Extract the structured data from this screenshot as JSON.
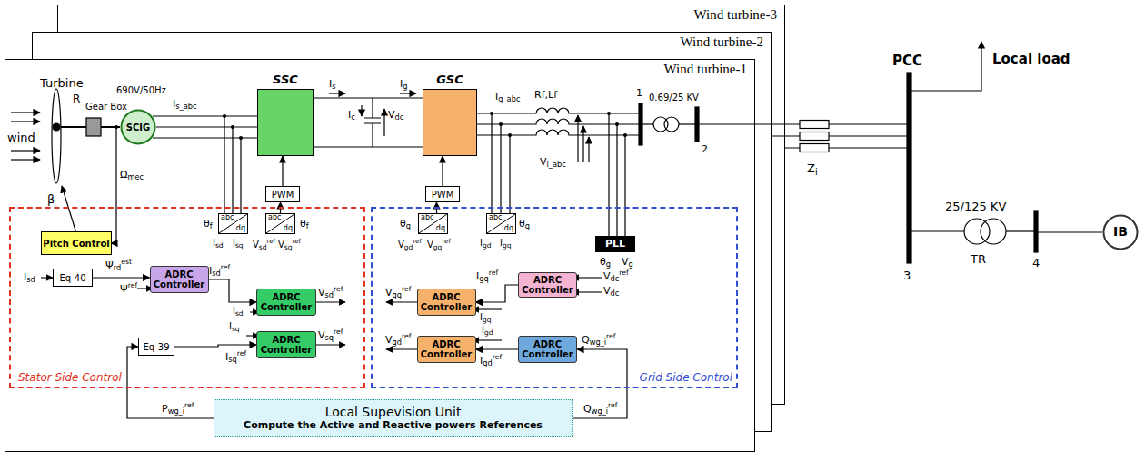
{
  "diagram": {
    "nodes": [
      {
        "text": [
          "Wind turbine-3"
        ]
      },
      {
        "text": [
          "Wind turbine-2"
        ]
      },
      {
        "text": [
          "Wind turbine-1"
        ]
      },
      {
        "text": [
          "SCIG"
        ],
        "in": 2
      },
      {
        "text": [
          "SSC"
        ],
        "in": 2
      },
      {
        "text": [
          "GSC"
        ],
        "in": 2
      },
      {
        "text": [
          "PWM"
        ],
        "in": 2
      },
      {
        "text": [
          "PWM"
        ],
        "in": 2
      },
      {
        "text": [
          "Stator Side Control"
        ],
        "in": 2
      },
      {
        "text": [
          "Pitch Control"
        ],
        "in": 8
      },
      {
        "text": [
          "abc",
          "dq"
        ],
        "in": 8
      },
      {
        "text": [
          "abc",
          "dq"
        ],
        "in": 8
      },
      {
        "text": [
          "Eq-40"
        ],
        "in": 8
      },
      {
        "text": [
          "ADRC Controller"
        ],
        "in": 8
      },
      {
        "text": [
          "ADRC Controller"
        ],
        "in": 8
      },
      {
        "text": [
          "Eq-39"
        ],
        "in": 8
      },
      {
        "text": [
          "ADRC Controller"
        ],
        "in": 8
      },
      {
        "text": [
          "Grid Side Control"
        ],
        "in": 2
      },
      {
        "text": [
          "abc",
          "dq"
        ],
        "in": 17
      },
      {
        "text": [
          "abc",
          "dq"
        ],
        "in": 17
      },
      {
        "text": [
          "PLL"
        ],
        "in": 17
      },
      {
        "text": [
          "ADRC Controller"
        ],
        "in": 17
      },
      {
        "text": [
          "ADRC Controller"
        ],
        "in": 17
      },
      {
        "text": [
          "ADRC Controller"
        ],
        "in": 17
      },
      {
        "text": [
          "ADRC Controller"
        ],
        "in": 17
      },
      {
        "text": [
          "Local Supevision Unit",
          "Compute the Active and Reactive powers References"
        ],
        "in": 2
      },
      {
        "text": [
          "IB"
        ]
      }
    ],
    "edges": [
      {
        "from": 12,
        "to": 13,
        "arrow": "to"
      },
      {
        "from": 13,
        "to": 14,
        "arrow": "to"
      },
      {
        "from": 15,
        "to": 16,
        "arrow": "to"
      },
      {
        "from": 25,
        "to": 15,
        "arrow": "to"
      },
      {
        "from": 21,
        "to": 22,
        "arrow": "to"
      },
      {
        "from": 24,
        "to": 23,
        "arrow": "to"
      },
      {
        "from": 25,
        "to": 24,
        "arrow": "to"
      },
      {
        "from": 6,
        "to": 4,
        "arrow": "to"
      },
      {
        "from": 7,
        "to": 5,
        "arrow": "to"
      },
      {
        "from": 11,
        "to": 6,
        "arrow": "to"
      },
      {
        "from": 18,
        "to": 7,
        "arrow": "to"
      },
      {
        "from": 3,
        "to": 4,
        "arrow": "none"
      },
      {
        "from": 4,
        "to": 5,
        "arrow": "none"
      }
    ],
    "labels": [
      "Turbine",
      "R",
      "wind",
      "β",
      "Gear Box",
      "690V/50Hz",
      "Ωmec",
      "Is_abc",
      "Is",
      "Ic",
      "Vdc",
      "Ig",
      "Ig_abc",
      "Rf,Lf",
      "1",
      "0.69/25 KV",
      "2",
      "Vi_abc",
      "θf",
      "θf",
      "Isd",
      "Isq",
      "Vsdref",
      "Vsqref",
      "θg",
      "θg",
      "Vgdref",
      "Vgqref",
      "Igd",
      "Igq",
      "θg",
      "Vg",
      "Isd",
      "Ψrdest",
      "Ψref",
      "Isdref",
      "Isd",
      "Vsdref",
      "Isq",
      "Isqref",
      "Vsqref",
      "Pwg_iref",
      "Vgqref",
      "Igqref",
      "Igq",
      "Vdcref",
      "Vdc",
      "Vgdref",
      "Igd",
      "Igdref",
      "Qwg_iref",
      "Qwg_iref",
      "PCC",
      "Local load",
      "Zi",
      "3",
      "25/125 KV",
      "TR",
      "4"
    ]
  }
}
